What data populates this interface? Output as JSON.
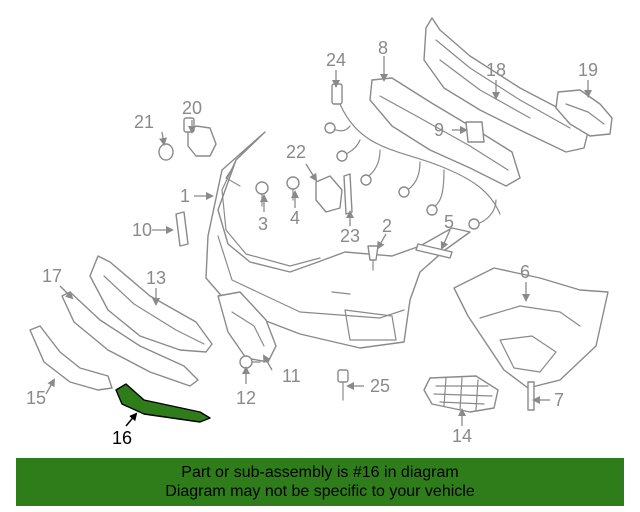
{
  "diagram": {
    "callouts": [
      "1",
      "2",
      "3",
      "4",
      "5",
      "6",
      "7",
      "8",
      "9",
      "10",
      "11",
      "12",
      "13",
      "14",
      "15",
      "16",
      "17",
      "19",
      "20",
      "21",
      "22",
      "23",
      "24",
      "25",
      "18"
    ],
    "highlighted_part": "16"
  },
  "banner": {
    "line1": "Part or sub-assembly is #16 in diagram",
    "line2": "Diagram may not be specific to your vehicle"
  },
  "colors": {
    "highlight": "#2e7d1a",
    "banner_bg": "#2e7d1a",
    "line_art": "#8a8a8a"
  }
}
